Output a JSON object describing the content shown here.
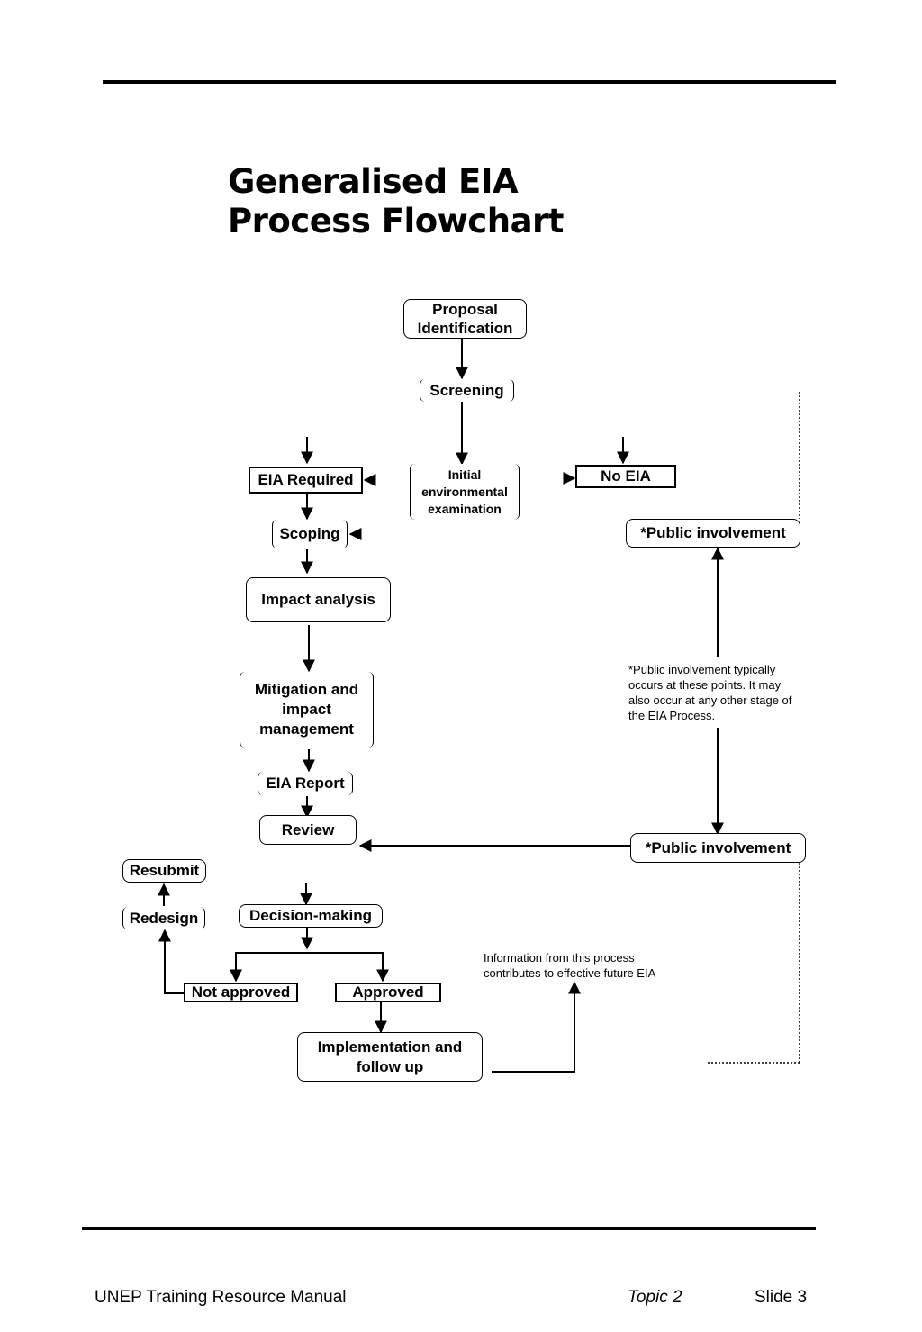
{
  "title": {
    "line1": "Generalised EIA",
    "line2": "Process Flowchart"
  },
  "nodes": {
    "proposal": "Proposal Identification",
    "screening": "Screening",
    "eia_required": "EIA Required",
    "initial_exam": "Initial environmental examination",
    "no_eia": "No EIA",
    "public_top": "*Public involvement",
    "scoping": "Scoping",
    "impact_analysis": "Impact analysis",
    "mitigation": "Mitigation and impact management",
    "eia_report": "EIA Report",
    "review": "Review",
    "public_bottom": "*Public involvement",
    "resubmit": "Resubmit",
    "redesign": "Redesign",
    "decision": "Decision-making",
    "not_approved": "Not approved",
    "approved": "Approved",
    "implementation": "Implementation and follow up"
  },
  "notes": {
    "public": "*Public involvement typically occurs at these points. It may also occur at any other stage of the EIA Process.",
    "information": "Information from this process contributes to effective future EIA"
  },
  "footer": {
    "manual": "UNEP Training Resource Manual",
    "topic": "Topic 2",
    "slide": "Slide 3"
  }
}
